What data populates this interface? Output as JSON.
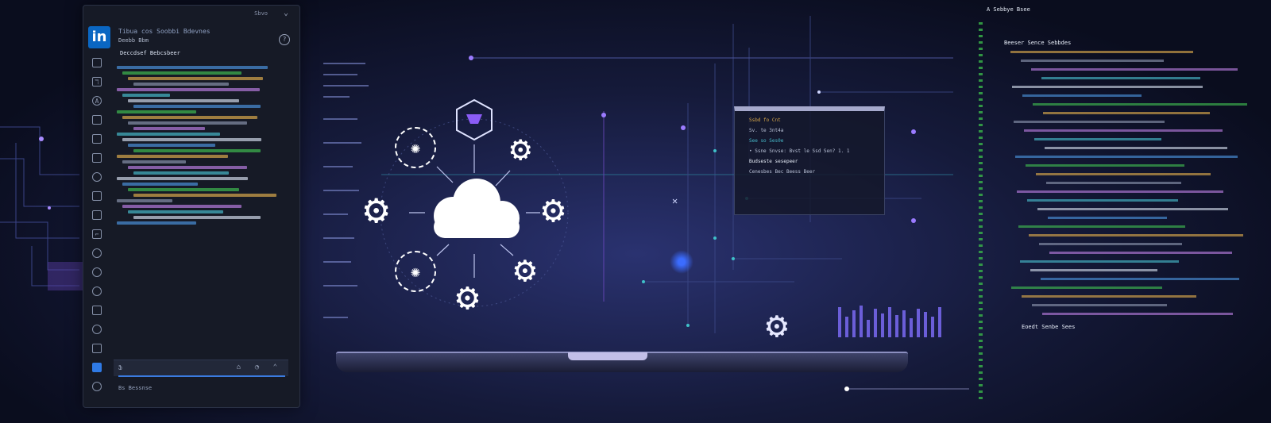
{
  "app": {
    "brand_logo_text": "in",
    "panel_header_title": "Tibua cos Soobbi Bdevnes",
    "panel_header_subtitle": "Deebb Bbm",
    "header_menu_label": "Sbvo",
    "panel_heading": "Deccdsef Bebcsbeer",
    "input_placeholder": "Ֆ",
    "input_icons": "⌂ ◔ ⌃",
    "footer_label": "Bs Bessnse"
  },
  "code_window": {
    "lines": [
      "Ssbd fo Cnt",
      "Sv. te 3nt4a",
      "See so Ses0e",
      "• Ssne Snvse: Bvst le Ssd  Sen? 1. 1",
      "Budseste sesepeer",
      "Cenesbes Bec Beess Beer"
    ]
  },
  "right_panel": {
    "header": "A Sebbye Bsee",
    "subheader": "Beeser Sence Sebbdes",
    "subheader2": "Eoedt Senbe Sees"
  },
  "colors": {
    "accent_blue": "#0a66c2",
    "accent_purple": "#7d5cd6",
    "code_green": "#3fb950",
    "code_yellow": "#d8a84b",
    "code_cyan": "#46b8c8",
    "code_purple": "#b57bdc"
  },
  "icons": [
    "linkedin-logo-icon",
    "help-icon",
    "chevron-down-icon",
    "cloud-icon",
    "gear-icon",
    "hexagon-icon",
    "play-icon",
    "tool-icon"
  ]
}
